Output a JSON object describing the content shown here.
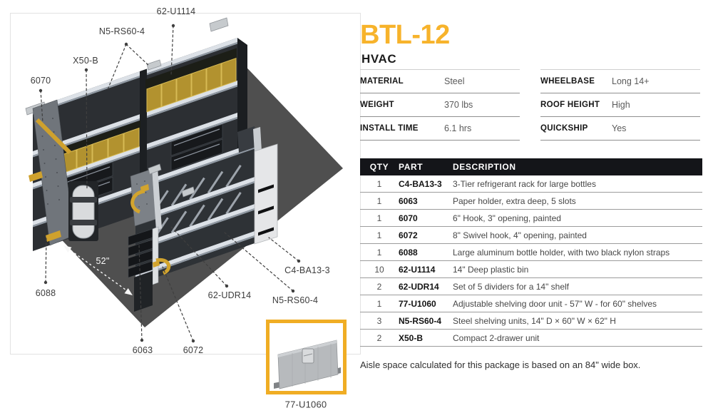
{
  "colors": {
    "brand": "#F7B32B",
    "inset_border": "#F0AD24",
    "table_header_bg": "#141519",
    "floor": "#4f4f4f",
    "unit_panel": "#2c2f33",
    "rail": "#dce1e7",
    "bin_yellow": "#b2922f",
    "accent_yellow": "#d2a42e"
  },
  "header": {
    "title": "BTL-12",
    "subtitle": "HVAC"
  },
  "specs": {
    "left": [
      {
        "label": "MATERIAL",
        "value": "Steel"
      },
      {
        "label": "WEIGHT",
        "value": "370 lbs"
      },
      {
        "label": "INSTALL TIME",
        "value": "6.1 hrs"
      }
    ],
    "right": [
      {
        "label": "WHEELBASE",
        "value": "Long 14+"
      },
      {
        "label": "ROOF HEIGHT",
        "value": "High"
      },
      {
        "label": "QUICKSHIP",
        "value": "Yes"
      }
    ]
  },
  "parts_table": {
    "headers": [
      "QTY",
      "PART",
      "DESCRIPTION"
    ],
    "rows": [
      {
        "qty": "1",
        "part": "C4-BA13-3",
        "desc": "3-Tier refrigerant rack for large bottles"
      },
      {
        "qty": "1",
        "part": "6063",
        "desc": "Paper holder, extra deep, 5 slots"
      },
      {
        "qty": "1",
        "part": "6070",
        "desc": "6\" Hook, 3\" opening, painted"
      },
      {
        "qty": "1",
        "part": "6072",
        "desc": "8\" Swivel hook, 4\" opening, painted"
      },
      {
        "qty": "1",
        "part": "6088",
        "desc": "Large aluminum bottle holder, with two black nylon straps"
      },
      {
        "qty": "10",
        "part": "62-U1114",
        "desc": "14\" Deep plastic bin"
      },
      {
        "qty": "2",
        "part": "62-UDR14",
        "desc": "Set of 5 dividers for a 14\" shelf"
      },
      {
        "qty": "1",
        "part": "77-U1060",
        "desc": "Adjustable shelving door unit - 57\" W - for 60\" shelves"
      },
      {
        "qty": "3",
        "part": "N5-RS60-4",
        "desc": "Steel shelving units, 14\" D × 60\" W × 62\" H"
      },
      {
        "qty": "2",
        "part": "X50-B",
        "desc": "Compact 2-drawer unit"
      }
    ]
  },
  "footnote": "Aisle space calculated for this package is based on an 84\" wide box.",
  "diagram": {
    "labels": {
      "u1114": "62-U1114",
      "rs60_top": "N5-RS60-4",
      "x50b": "X50-B",
      "hook6070": "6070",
      "bottle6088": "6088",
      "dim52": "52\"",
      "paper6063": "6063",
      "swivel6072": "6072",
      "udr14": "62-UDR14",
      "rs60_bottom": "N5-RS60-4",
      "c4ba13": "C4-BA13-3",
      "door_u1060": "77-U1060"
    }
  }
}
